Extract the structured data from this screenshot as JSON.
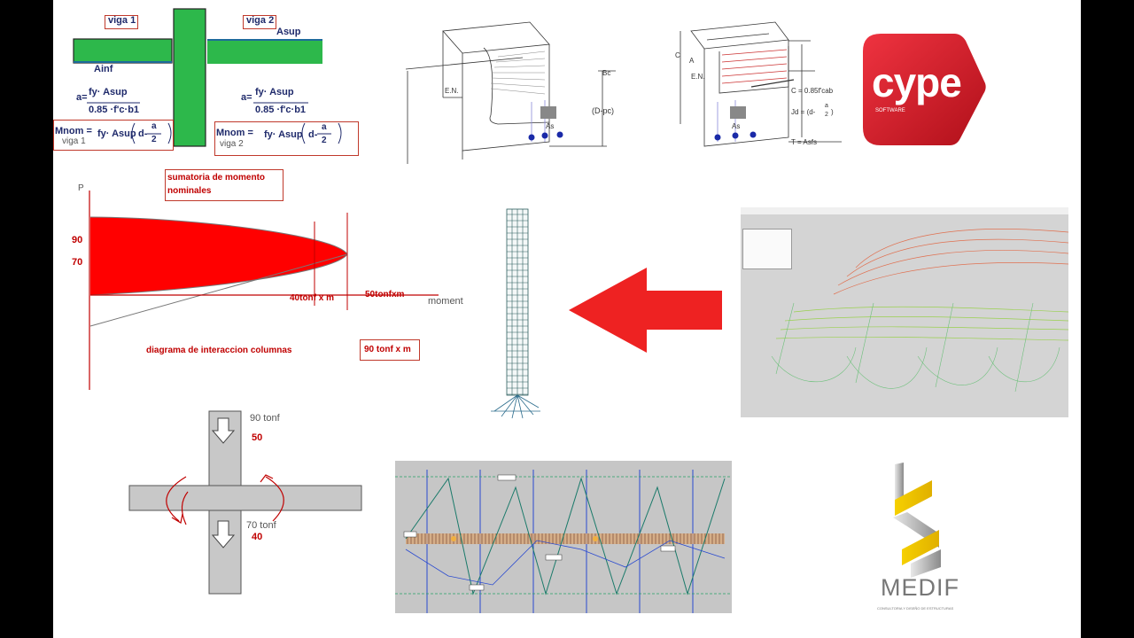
{
  "beam_panel": {
    "viga1_label": "viga 1",
    "viga2_label": "viga 2",
    "asup_label": "Asup",
    "ainf_label": "Ainf",
    "formula_a1_prefix": "a=",
    "formula_a1_num": "fy· Asup",
    "formula_a1_den": "0.85 ·f'c·b1",
    "formula_a2_prefix": "a=",
    "formula_a2_num": "fy· Asup",
    "formula_a2_den": "0.85 ·f'c·b1",
    "mnom1_label": "Mnom =",
    "mnom1_sub": "viga 1",
    "mnom1_expr": "fy· Asup",
    "mnom1_d": "d-",
    "mnom1_frac_num": "a",
    "mnom1_frac_den": "2",
    "mnom2_label": "Mnom =",
    "mnom2_sub": "viga 2",
    "mnom2_expr": "fy· Asup",
    "mnom2_d": "d-",
    "mnom2_frac_num": "a",
    "mnom2_frac_den": "2"
  },
  "stress_panel": {
    "en_label_1": "E.N.",
    "as_label_1": "As",
    "dpc_label": "(D-pc)",
    "bc_label": "Bc",
    "en_label_2": "E.N.",
    "as_label_2": "As",
    "c_label": "C",
    "a_label": "A",
    "c_force_label": "C = 0.85f'cab",
    "jd_label": "Jd = (d-",
    "jd_frac_num": "a",
    "jd_frac_den": "2",
    "jd_close": ")",
    "t_force_label": "T = Asfs"
  },
  "cype_logo": {
    "word": "cype",
    "sub": "SOFTWARE",
    "color": "#d7141c"
  },
  "interaction": {
    "sumatoria_label": "sumatoria de momento\nnominales",
    "p_axis_label": "P",
    "val_90": "90",
    "val_70": "70",
    "m40_label": "40tonf x m",
    "m50_label": "50tonfxm",
    "moment_label": "moment",
    "diagram_caption": "diagrama de interaccion columnas",
    "m90_box_label": "90 tonf x m",
    "fill_color": "#ff0000"
  },
  "cross": {
    "top_load": "90 tonf",
    "top_val": "50",
    "bottom_load": "70 tonf",
    "bottom_val": "40"
  },
  "arrow": {
    "color": "#ee2222"
  },
  "medif_logo": {
    "name": "MEDIF",
    "tagline": "CONSULTORIA Y DISEÑO DE ESTRUCTURAS"
  }
}
